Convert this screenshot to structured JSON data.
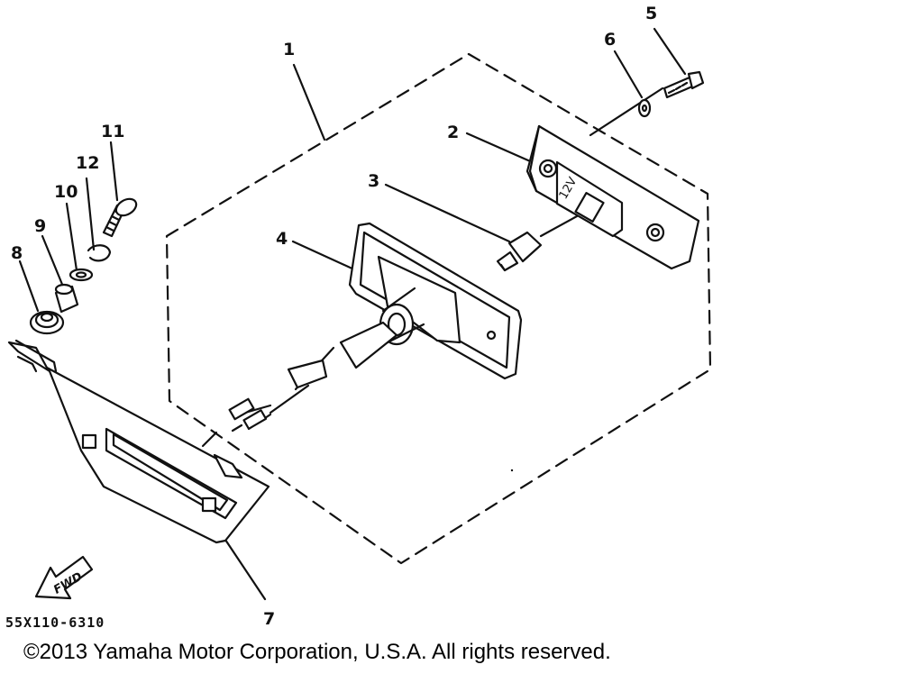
{
  "callouts": {
    "c1": "1",
    "c2": "2",
    "c3": "3",
    "c4": "4",
    "c5": "5",
    "c6": "6",
    "c7": "7",
    "c8": "8",
    "c9": "9",
    "c10": "10",
    "c11": "11",
    "c12": "12"
  },
  "direction_marker": "FWD",
  "lamp_marking": "12V",
  "figure_code": "55X110-6310",
  "copyright": "©2013 Yamaha Motor Corporation, U.S.A. All rights reserved."
}
